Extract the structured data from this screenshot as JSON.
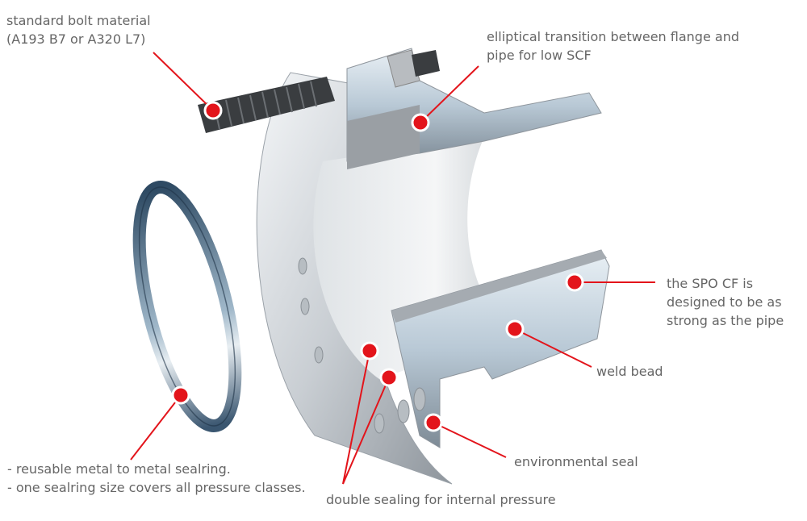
{
  "diagram": {
    "subject": "SPO compact flange cutaway with sealring",
    "accent_color": "#e3141b",
    "text_color": "#666666",
    "callouts": [
      {
        "id": "bolt",
        "lines": [
          "standard bolt material",
          "(A193 B7 or A320 L7)"
        ]
      },
      {
        "id": "transition",
        "lines": [
          "elliptical transition between flange and",
          "pipe for low SCF"
        ]
      },
      {
        "id": "strength",
        "lines": [
          "the SPO CF is",
          "designed to be as",
          "strong as the pipe"
        ]
      },
      {
        "id": "weld",
        "lines": [
          "weld bead"
        ]
      },
      {
        "id": "env-seal",
        "lines": [
          "environmental seal"
        ]
      },
      {
        "id": "double-seal",
        "lines": [
          "double sealing for internal pressure"
        ]
      },
      {
        "id": "sealring",
        "lines": [
          "- reusable metal to metal sealring.",
          "- one sealring size covers all pressure classes."
        ]
      }
    ]
  }
}
